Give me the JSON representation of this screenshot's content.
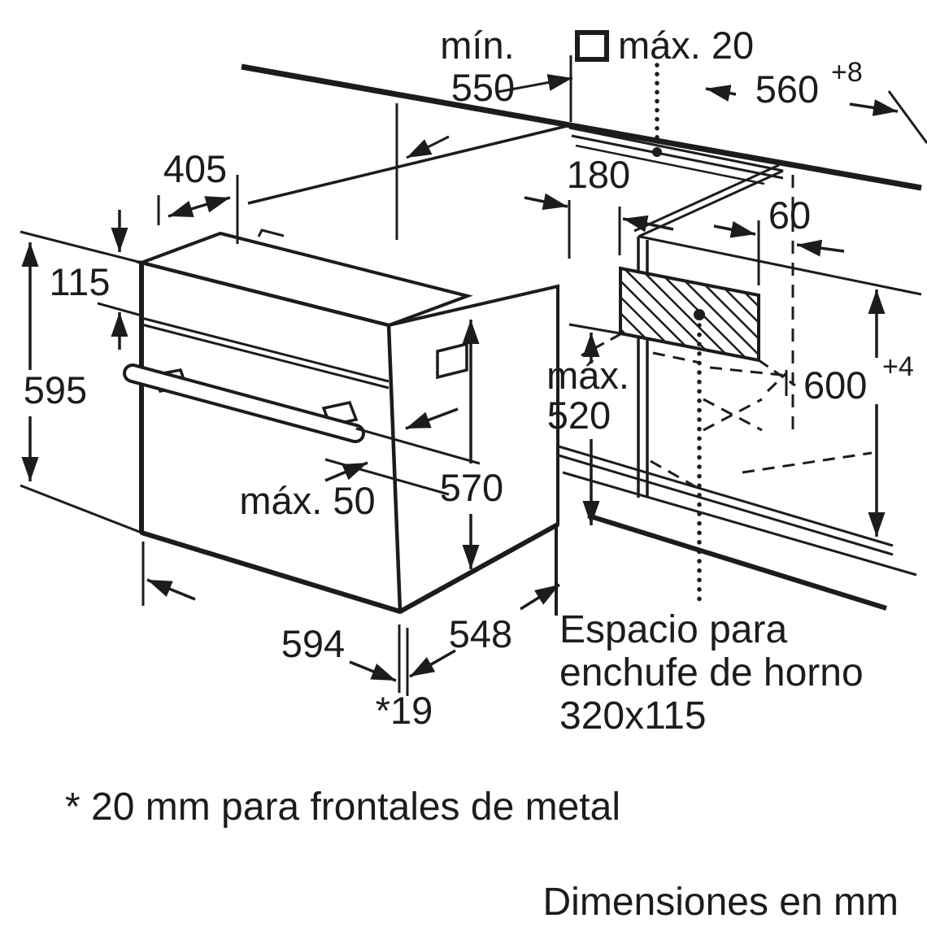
{
  "diagram": {
    "title_hint": "Built-in oven installation drawing",
    "dimensions": {
      "min_550": {
        "label": "mín.",
        "value": "550"
      },
      "max_20": "máx. 20",
      "width_560": {
        "value": "560",
        "tolerance": "+8"
      },
      "depth_405": "405",
      "panel_115": "115",
      "height_595": "595",
      "offset_180": "180",
      "offset_60": "60",
      "max_520": {
        "line1": "máx.",
        "line2": "520"
      },
      "height_600": {
        "value": "600",
        "tolerance": "+4"
      },
      "max_50": "máx. 50",
      "inner_570": "570",
      "width_594": "594",
      "depth_548": "548",
      "front_19": "*19"
    },
    "notes": {
      "socket_line1": "Espacio para",
      "socket_line2": "enchufe de horno",
      "socket_line3": "320x115",
      "footnote": "* 20 mm para frontales de metal",
      "units_note": "Dimensiones en mm"
    },
    "colors": {
      "line": "#1c1c1c",
      "background": "#ffffff"
    }
  }
}
